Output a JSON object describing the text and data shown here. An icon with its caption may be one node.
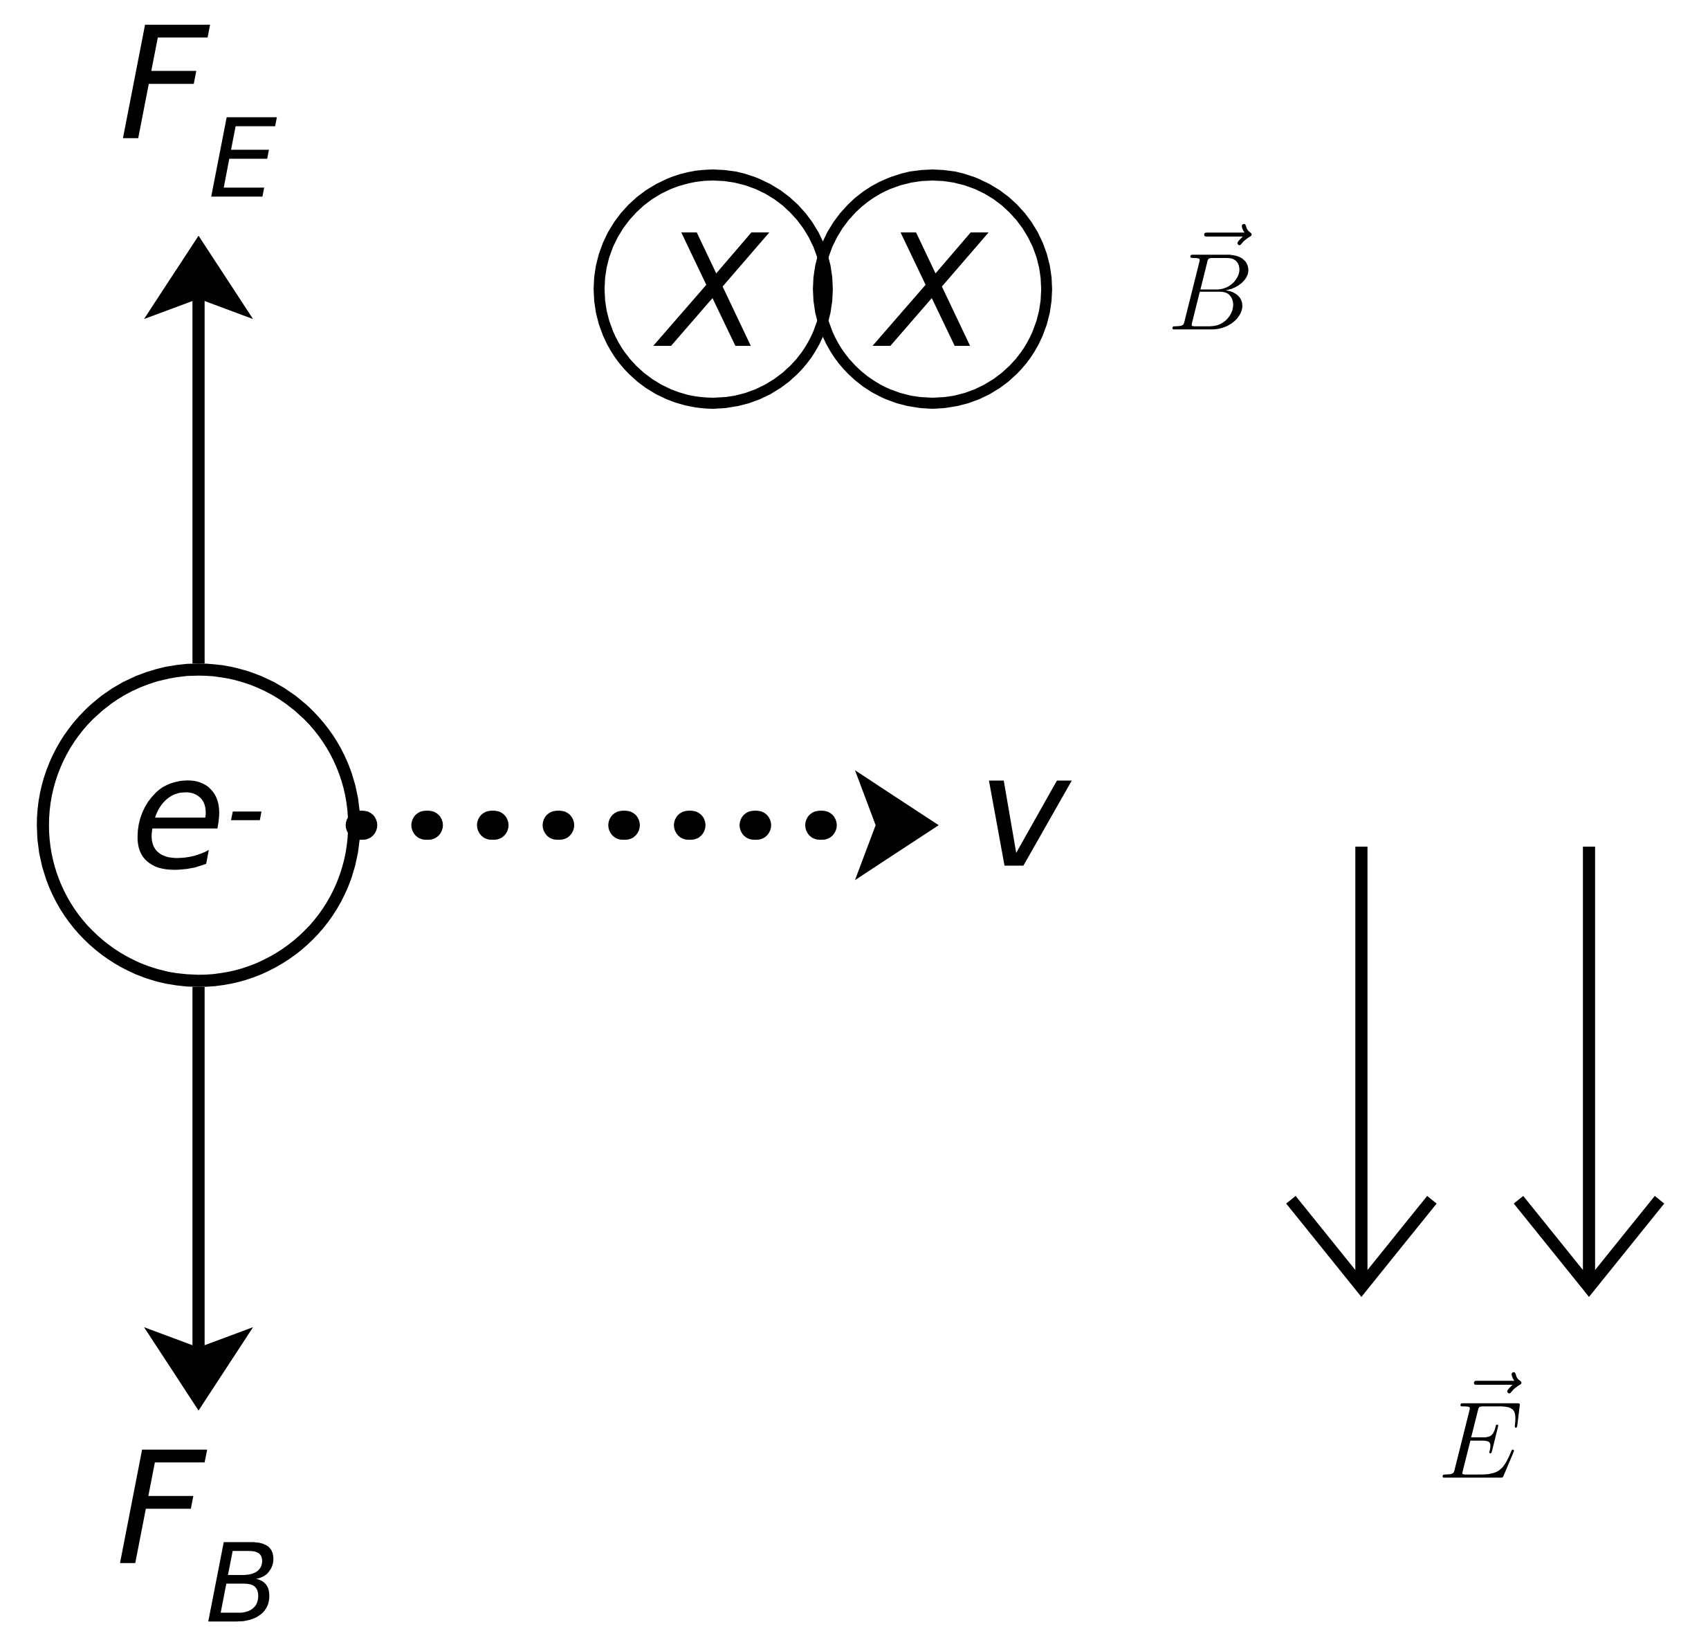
{
  "diagram": {
    "nodes": [
      {
        "text": [
          "e$^{-}$"
        ]
      },
      {
        "text": [
          "F$_{E}$"
        ]
      },
      {
        "text": [
          "F$_{B}$"
        ]
      },
      {
        "text": [
          "v"
        ]
      },
      {
        "text": [
          "X"
        ]
      },
      {
        "text": [
          "X"
        ]
      }
    ],
    "edges": [
      {
        "from": 0,
        "to": 1,
        "arrow": "to"
      },
      {
        "from": 0,
        "to": 2,
        "arrow": "to"
      },
      {
        "from": 0,
        "to": 3,
        "arrow": "to",
        "style": "dashed"
      }
    ],
    "labels": [
      "\\vec{B}",
      "\\vec{E}"
    ]
  }
}
